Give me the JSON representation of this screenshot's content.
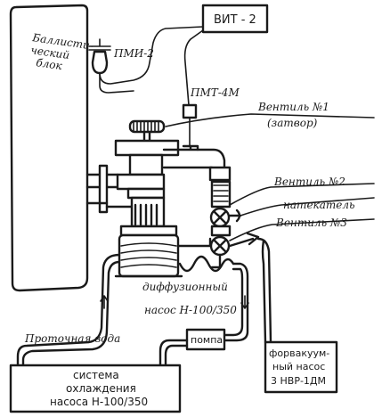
{
  "labels": {
    "ballistic_block_line1": "Баллисти-",
    "ballistic_block_line2": "ческий",
    "ballistic_block_line3": "блок",
    "vit2": "ВИТ - 2",
    "pmi2": "ПМИ-2",
    "pmt4m": "ПМТ-4М",
    "valve1_line1": "Вентиль №1",
    "valve1_line2": "(затвор)",
    "valve2": "Вентиль №2",
    "leak_valve": "натекатель",
    "valve3": "Вентиль №3",
    "diffusion_line1": "диффузионный",
    "diffusion_line2": "насос Н-100/350",
    "flowing_water": "Проточная вода",
    "pump": "помпа",
    "cooling_line1": "система",
    "cooling_line2": "охлаждения",
    "cooling_line3": "насоса Н-100/350",
    "forevac_line1": "форвакуум-",
    "forevac_line2": "ный насос",
    "forevac_line3": "3 НВР-1ДМ"
  }
}
